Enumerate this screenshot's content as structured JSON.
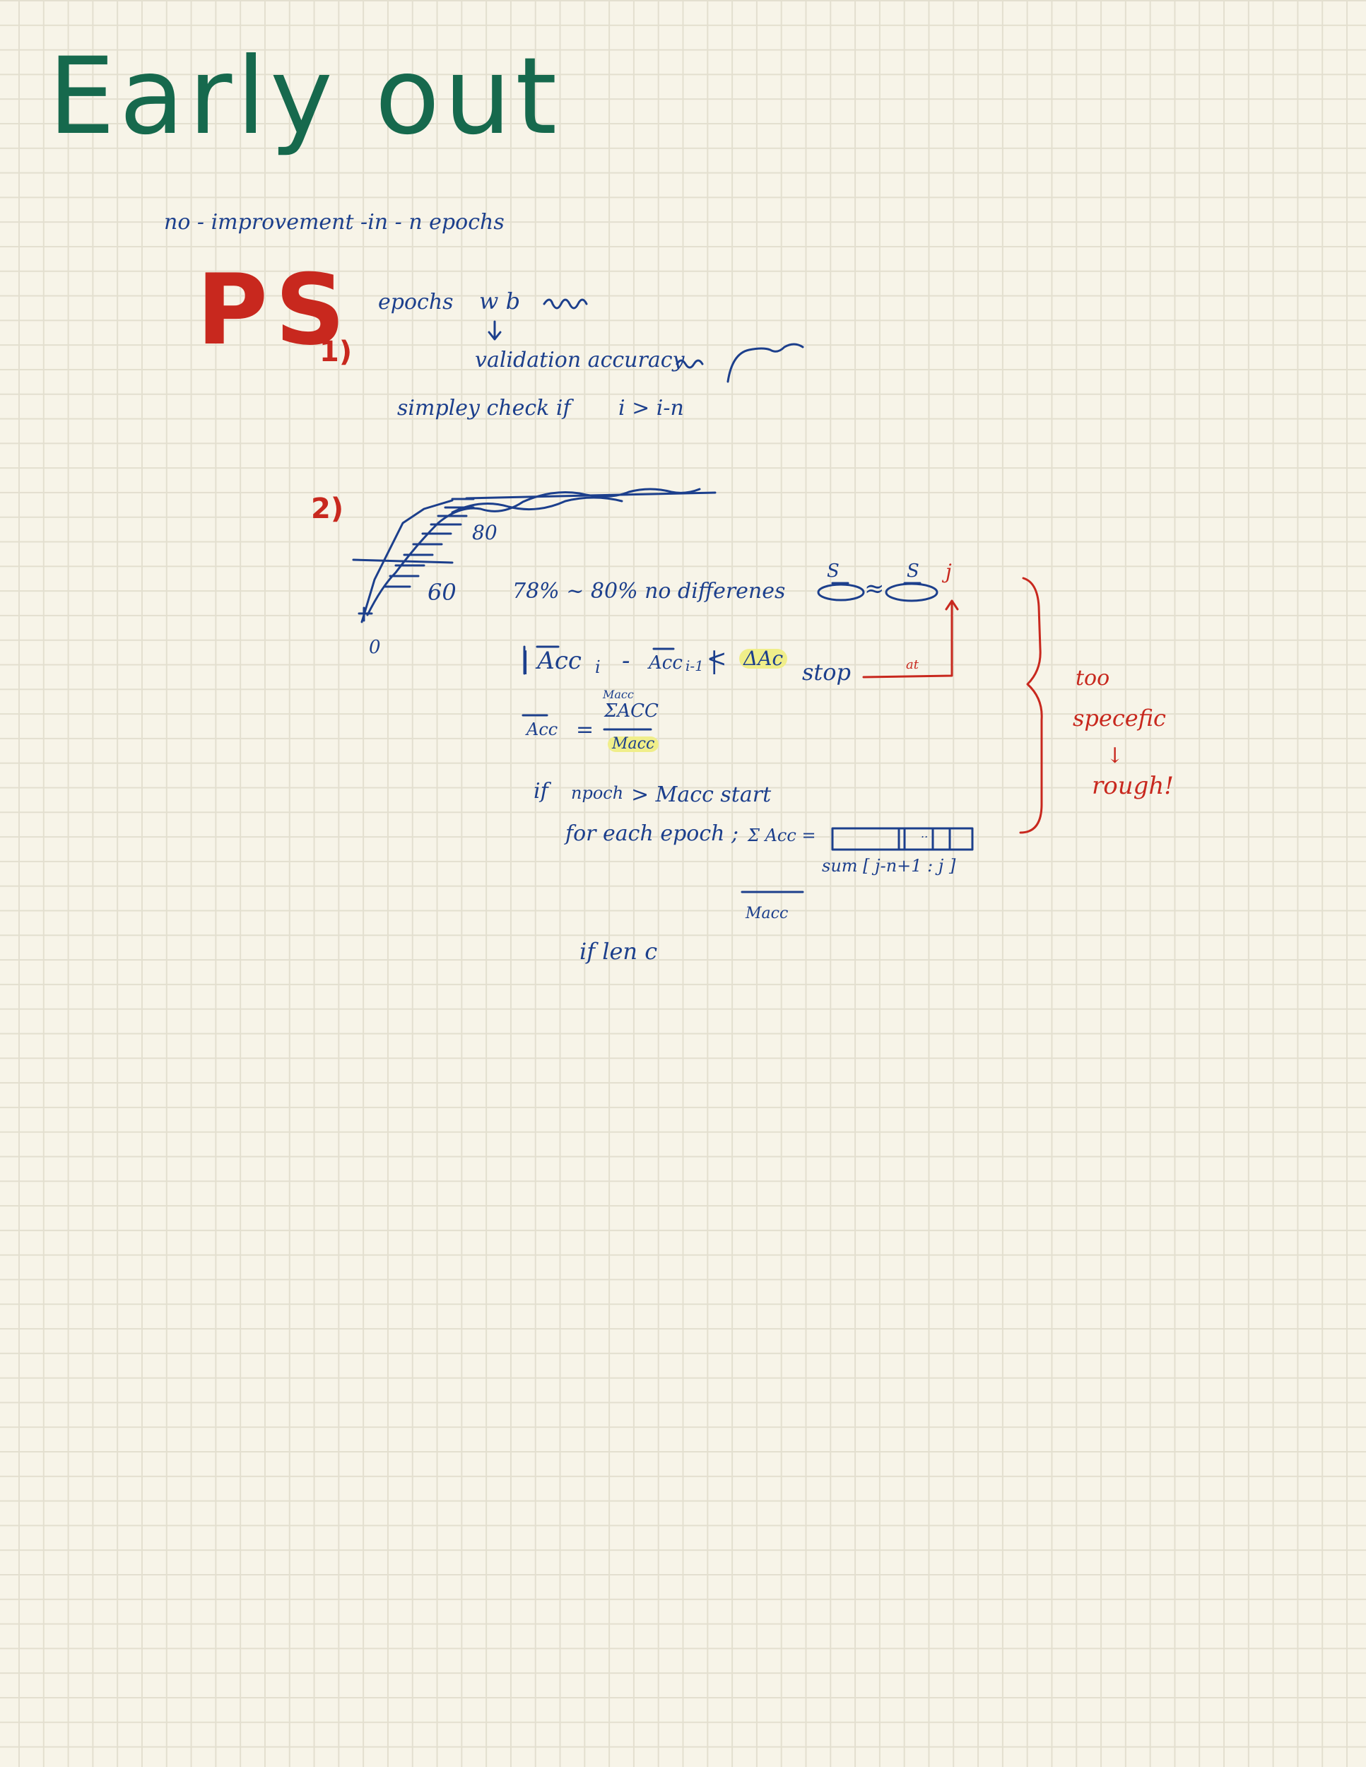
{
  "title": "Early out",
  "subtitle": "no - improvement -in - n epochs",
  "ps_label": "PS",
  "section1": {
    "marker": "1)",
    "epochs_line": "epochs",
    "wb_line": "w b",
    "validation_line": "validation accuracy",
    "check_line": "simpley check if",
    "condition": "i > i-n"
  },
  "section2": {
    "marker": "2)",
    "graph_labels": {
      "eighty": "80",
      "sixty": "60",
      "zero": "0"
    },
    "observation": "78% ~ 80% no differenes",
    "window_label_left": "S",
    "window_label_right": "S",
    "approx": "≈",
    "index_j": "j",
    "abs_left": "| Acc",
    "sub_i": "i",
    "minus": "-",
    "abs_right": "Acc",
    "sub_i1": "i-1",
    "abs_bar": "|",
    "less_than": "<",
    "delta_acc": "ΔAc",
    "stop": "stop",
    "arrow_label": "at",
    "acc_bar": "Acc",
    "equals": "=",
    "sum_top": "Macc",
    "sum_acc": "ΣACC",
    "denominator": "Macc",
    "if_line_if": "if",
    "if_line_npoch": "npoch",
    "if_line_rest": "> Macc start",
    "for_line": "for each epoch ;",
    "sum_eq": "Σ Acc =",
    "array_dots": "..",
    "sum_index": "sum [ j-n+1 : j ]",
    "frac_den": "Macc",
    "if_len": "if len c"
  },
  "side_note": {
    "line1": "too",
    "line2": "specefic",
    "arrow": "↓",
    "line3": "rough!"
  },
  "colors": {
    "ink_blue": "#1c3f8c",
    "ink_red": "#c8281e",
    "ink_green": "#16694d",
    "highlight": "#f0ee8a",
    "paper": "#f7f4e8",
    "grid": "#e3dfcf"
  }
}
